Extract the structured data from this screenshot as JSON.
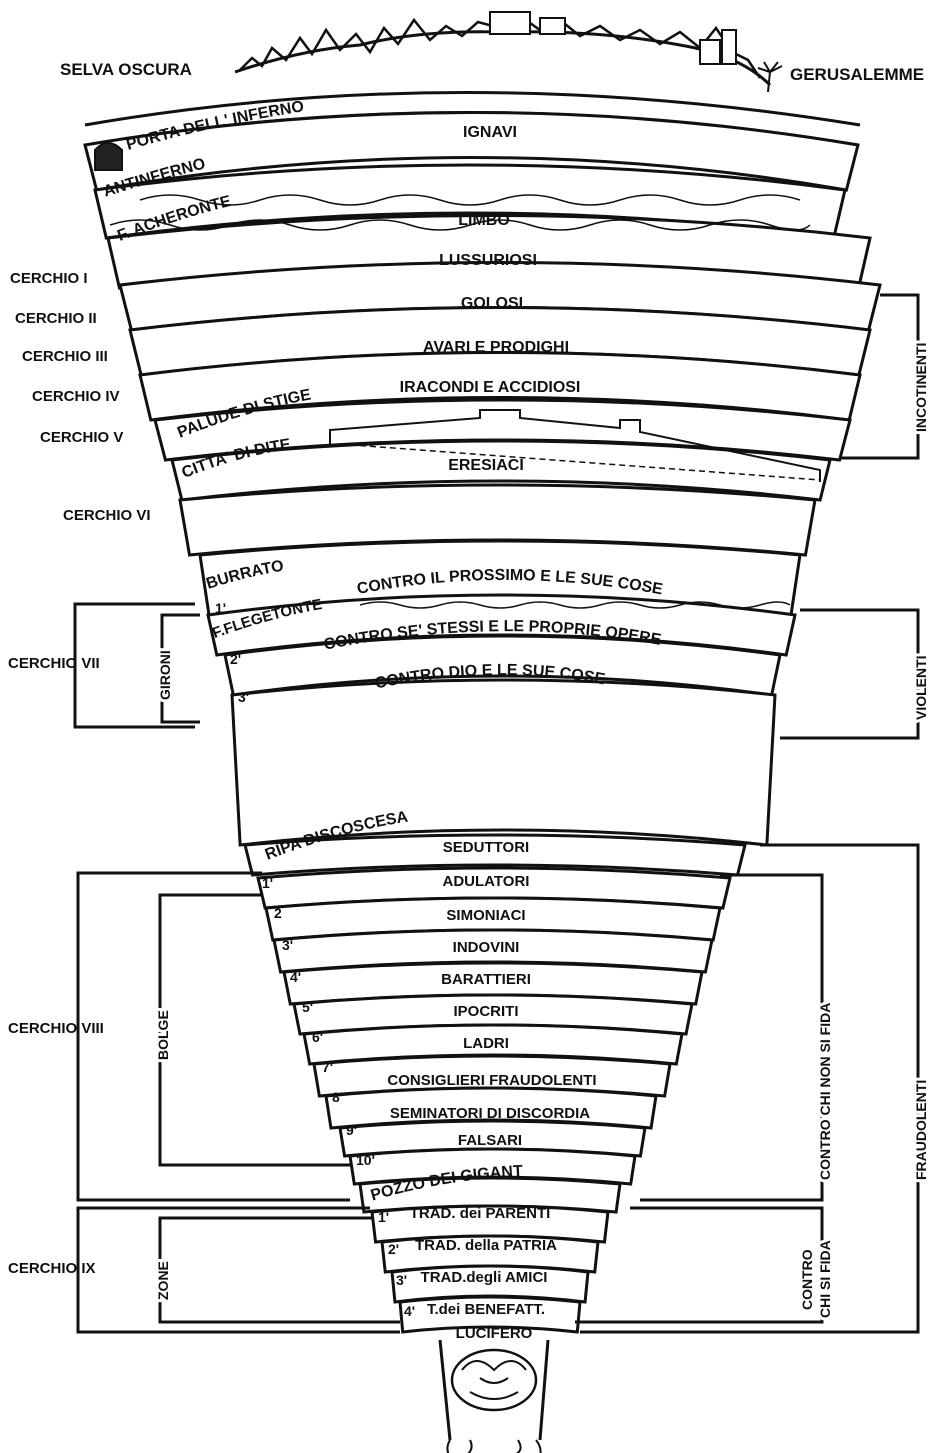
{
  "surface": {
    "left_label": "SELVA OSCURA",
    "right_label": "GERUSALEMME"
  },
  "bands": [
    {
      "id": "porta",
      "label": "PORTA DELL' INFERNO",
      "side": "left-arc"
    },
    {
      "id": "ignavi",
      "label": "IGNAVI"
    },
    {
      "id": "antinferno",
      "label": "ANTINFERNO",
      "side": "left-arc"
    },
    {
      "id": "acheronte",
      "label": "F. ACHERONTE",
      "side": "left-arc"
    },
    {
      "id": "limbo",
      "label": "LIMBO"
    },
    {
      "id": "lussuriosi",
      "label": "LUSSURIOSI"
    },
    {
      "id": "golosi",
      "label": "GOLOSI"
    },
    {
      "id": "avari",
      "label": "AVARI E PRODIGHI"
    },
    {
      "id": "iracondi",
      "label": "IRACONDI E ACCIDIOSI"
    },
    {
      "id": "stige",
      "label": "PALUDE DI STIGE",
      "side": "left-arc"
    },
    {
      "id": "dite",
      "label": "CITTA' DI DITE",
      "side": "left-arc"
    },
    {
      "id": "eresiaci",
      "label": "ERESIACI"
    },
    {
      "id": "burrato",
      "label": "BURRATO",
      "side": "left-arc"
    },
    {
      "id": "prossimo",
      "label": "CONTRO IL PROSSIMO E LE SUE COSE"
    },
    {
      "id": "flegetonte",
      "label": "F.FLEGETONTE",
      "side": "left-arc"
    },
    {
      "id": "stessi",
      "label": "CONTRO SE' STESSI E LE PROPRIE OPERE"
    },
    {
      "id": "dio",
      "label": "CONTRO DIO E LE SUE COSE"
    },
    {
      "id": "ripa",
      "label": "RIPA DISCOSCESA",
      "side": "left-arc"
    },
    {
      "id": "seduttori",
      "label": "SEDUTTORI"
    },
    {
      "id": "adulatori",
      "label": "ADULATORI"
    },
    {
      "id": "simoniaci",
      "label": "SIMONIACI"
    },
    {
      "id": "indovini",
      "label": "INDOVINI"
    },
    {
      "id": "barattieri",
      "label": "BARATTIERI"
    },
    {
      "id": "ipocriti",
      "label": "IPOCRITI"
    },
    {
      "id": "ladri",
      "label": "LADRI"
    },
    {
      "id": "consiglieri",
      "label": "CONSIGLIERI FRAUDOLENTI"
    },
    {
      "id": "seminatori",
      "label": "SEMINATORI DI DISCORDIA"
    },
    {
      "id": "falsari",
      "label": "FALSARI"
    },
    {
      "id": "pozzo",
      "label": "POZZO DEI GIGANTI",
      "side": "left-arc"
    },
    {
      "id": "parenti",
      "label": "TRAD. dei PARENTI"
    },
    {
      "id": "patria",
      "label": "TRAD. della PATRIA"
    },
    {
      "id": "amici",
      "label": "TRAD.degli AMICI"
    },
    {
      "id": "benefatt",
      "label": "T.dei BENEFATT."
    },
    {
      "id": "lucifero",
      "label": "LUCIFERO"
    }
  ],
  "circles": [
    {
      "id": "c1",
      "label": "CERCHIO I"
    },
    {
      "id": "c2",
      "label": "CERCHIO II"
    },
    {
      "id": "c3",
      "label": "CERCHIO III"
    },
    {
      "id": "c4",
      "label": "CERCHIO IV"
    },
    {
      "id": "c5",
      "label": "CERCHIO V"
    },
    {
      "id": "c6",
      "label": "CERCHIO VI"
    },
    {
      "id": "c7",
      "label": "CERCHIO VII"
    },
    {
      "id": "c8",
      "label": "CERCHIO VIII"
    },
    {
      "id": "c9",
      "label": "CERCHIO IX"
    }
  ],
  "groups": {
    "gironi": "GIRONI",
    "bolge": "BOLGE",
    "zone": "ZONE",
    "incontinenti": "INCOTINENTI",
    "violenti": "VIOLENTI",
    "fraudolenti": "FRAUDOLENTI",
    "contro_non_fida": "CONTRO CHI NON SI FIDA",
    "contro_fida_1": "CONTRO",
    "contro_fida_2": "CHI SI FIDA"
  },
  "numbers": {
    "gironi": [
      "1'",
      "2'",
      "3'"
    ],
    "bolge": [
      "1'",
      "2",
      "3'",
      "4'",
      "5'",
      "6'",
      "7'",
      "8'",
      "9'",
      "10'"
    ],
    "zone": [
      "1'",
      "2'",
      "3'",
      "4'"
    ]
  }
}
